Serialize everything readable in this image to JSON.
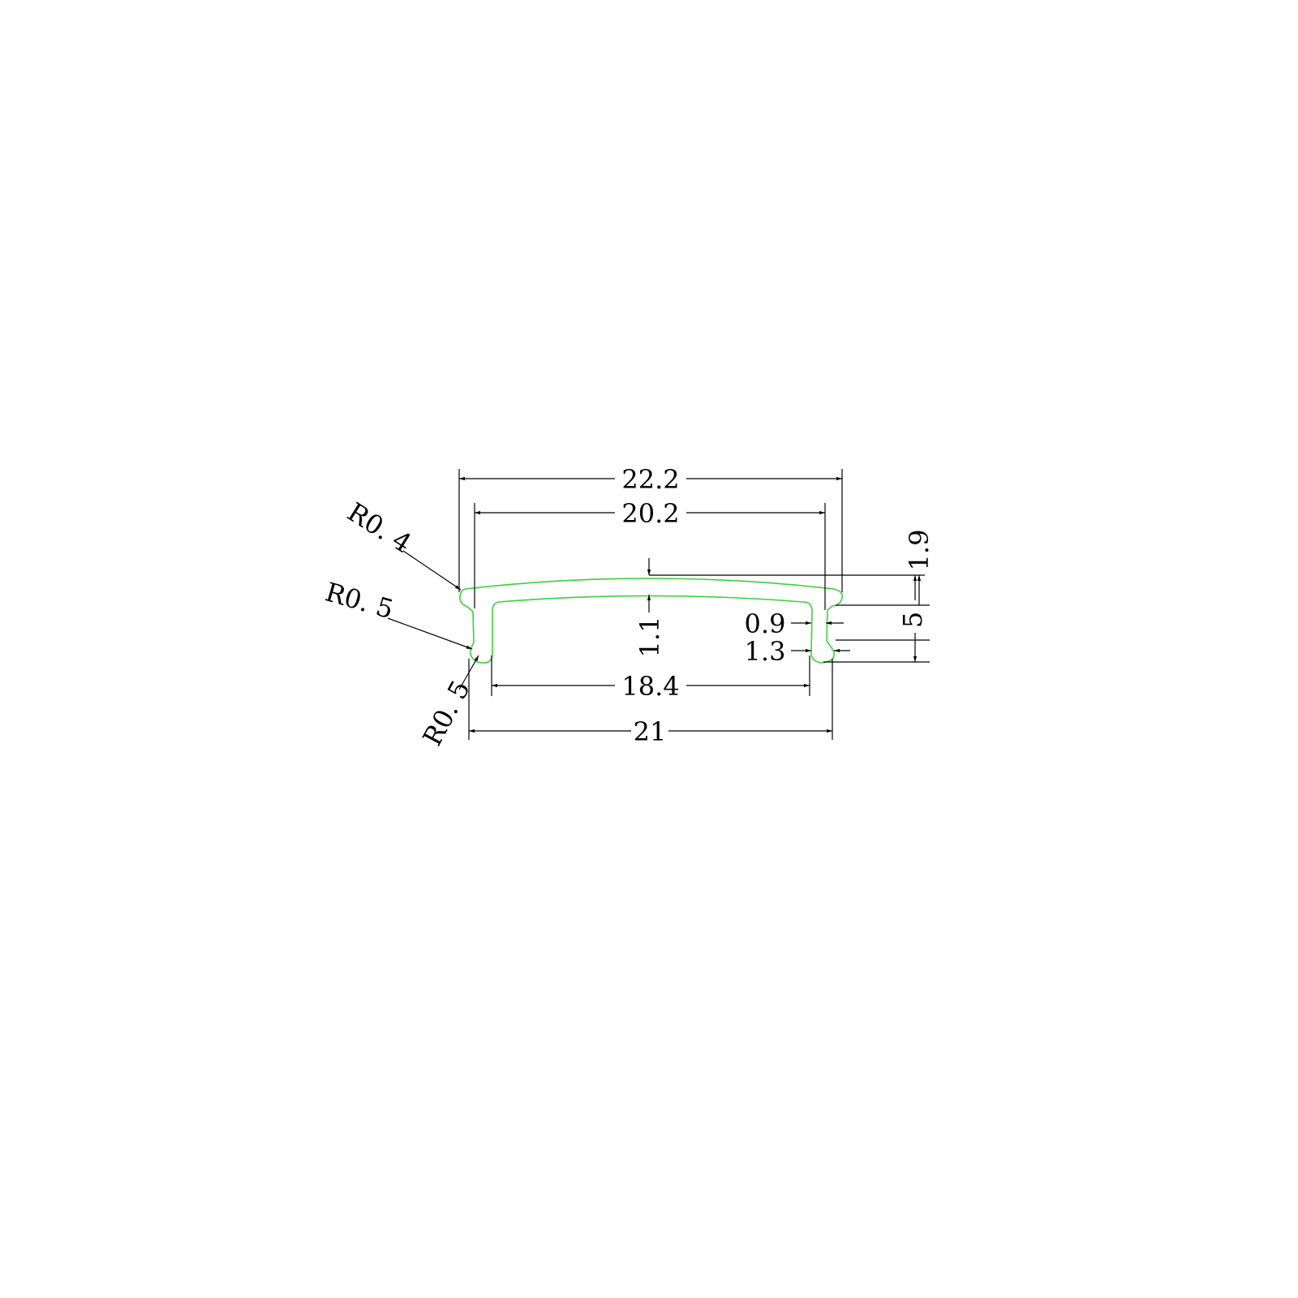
{
  "colors": {
    "profile": "#3ad23a",
    "dimension": "#000000",
    "background": "#ffffff"
  },
  "dimensions": {
    "overall_top_width": "22.2",
    "top_inner_width": "20.2",
    "inner_leg_gap": "18.4",
    "leg_outer_width": "21",
    "top_thickness": "1.1",
    "leg_thickness": "0.9",
    "bulb_width": "1.3",
    "top_height": "1.9",
    "total_height": "5",
    "radius_top": "R0. 4",
    "radius_leg": "R0. 5",
    "radius_bulb": "R0. 5"
  }
}
